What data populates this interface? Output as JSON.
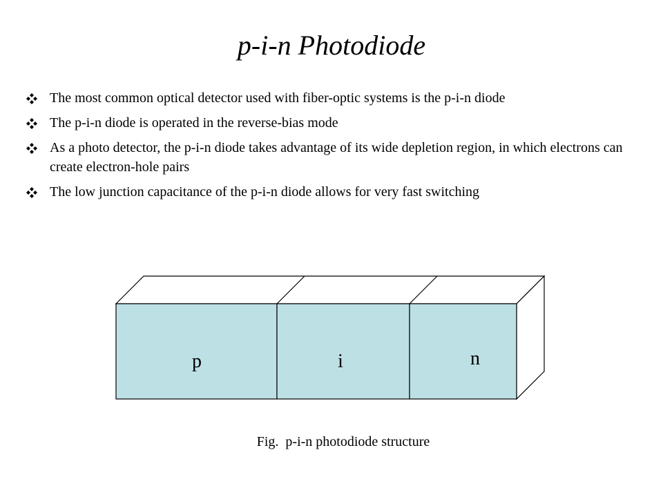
{
  "slide": {
    "title": "p-i-n Photodiode",
    "bullets": [
      "The most common optical detector used with fiber-optic systems is the p-i-n diode",
      "The p-i-n diode is operated in the reverse-bias mode",
      "As a photo detector, the p-i-n diode takes advantage of its wide depletion region, in which electrons can create electron-hole pairs",
      "The low junction capacitance of the p-i-n diode allows for very fast switching"
    ],
    "bullet_icon": "four-diamond-bullet-icon"
  },
  "diagram": {
    "labels": {
      "p": "p",
      "i": "i",
      "n": "n"
    },
    "colors": {
      "face": "#BDE0E5",
      "stroke": "#000000",
      "top": "#FFFFFF"
    }
  },
  "figure": {
    "caption": "Fig.  p-i-n photodiode structure"
  }
}
